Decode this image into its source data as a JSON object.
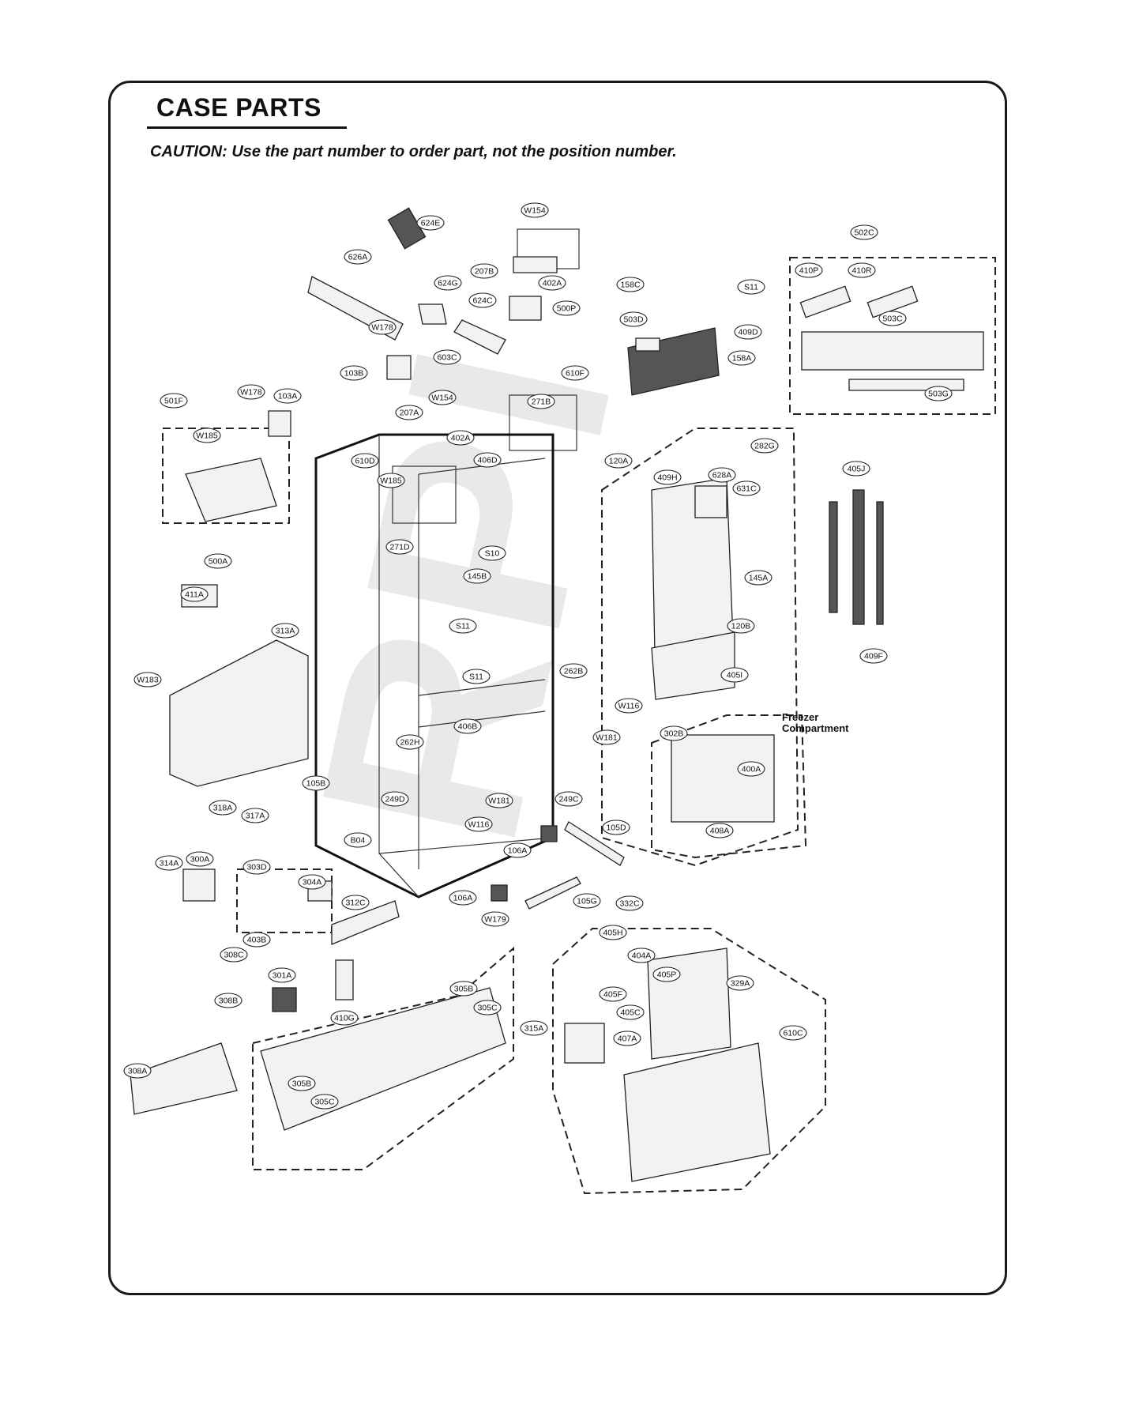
{
  "title": "CASE PARTS",
  "caution": "CAUTION: Use the part number to order part, not the position number.",
  "watermark": "RPI",
  "freezer_note": [
    "Freezer",
    "Compartment"
  ],
  "labels": [
    "624E",
    "W154",
    "626A",
    "207B",
    "402A",
    "624G",
    "624C",
    "500P",
    "W178",
    "603C",
    "610F",
    "103B",
    "158C",
    "S11",
    "503D",
    "409D",
    "158A",
    "502C",
    "410P",
    "410R",
    "503C",
    "503G",
    "W178",
    "103A",
    "W154",
    "207A",
    "402A",
    "271B",
    "501F",
    "W185",
    "610D",
    "W185",
    "406D",
    "271D",
    "S10",
    "145B",
    "120A",
    "409H",
    "628A",
    "282G",
    "631C",
    "405J",
    "500A",
    "411A",
    "145A",
    "120B",
    "S11",
    "313A",
    "W183",
    "S11",
    "262B",
    "405I",
    "409F",
    "W116",
    "W181",
    "302B",
    "406B",
    "262H",
    "400A",
    "249D",
    "W181",
    "249C",
    "408A",
    "105B",
    "318A",
    "317A",
    "W116",
    "105D",
    "B04",
    "106A",
    "314A",
    "300A",
    "303D",
    "304A",
    "106A",
    "105G",
    "332C",
    "312C",
    "W179",
    "405H",
    "404A",
    "403B",
    "308C",
    "405P",
    "329A",
    "301A",
    "405F",
    "405C",
    "308B",
    "305B",
    "305C",
    "315A",
    "407A",
    "610C",
    "410G",
    "308A",
    "305B",
    "305C"
  ],
  "colors": {
    "ink": "#111111",
    "watermark": "#e9e9e9"
  }
}
